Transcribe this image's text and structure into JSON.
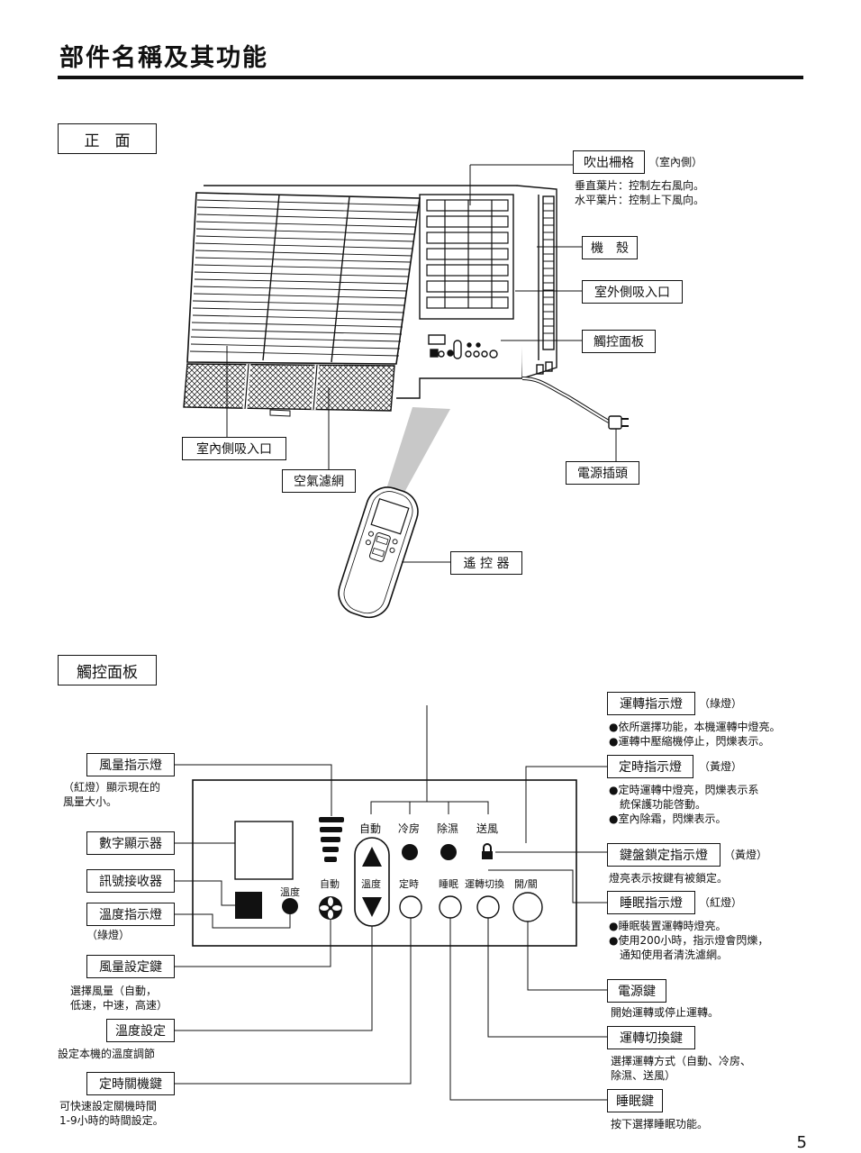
{
  "header": {
    "title": "部件名稱及其功能"
  },
  "sections": {
    "front": "正　面",
    "panel": "觸控面板"
  },
  "front_labels": {
    "outlet_grille": "吹出柵格",
    "outlet_grille_note": "（室內側）",
    "outlet_grille_desc": [
      "垂直葉片：控制左右風向。",
      "水平葉片：控制上下風向。"
    ],
    "cabinet": "機　殼",
    "outdoor_intake": "室外側吸入口",
    "touch_panel": "觸控面板",
    "indoor_intake": "室內側吸入口",
    "air_filter": "空氣濾網",
    "power_plug": "電源插頭",
    "remote": "遙 控 器"
  },
  "panel_labels": {
    "run_light": "運轉指示燈",
    "run_light_note": "（綠燈）",
    "run_light_desc": [
      "●依所選擇功能，本機運轉中燈亮。",
      "●運轉中壓縮機停止，閃爍表示。"
    ],
    "timer_light": "定時指示燈",
    "timer_light_note": "（黃燈）",
    "timer_light_desc": [
      "●定時運轉中燈亮，閃爍表示系",
      "　統保護功能啓動。",
      "●室內除霜，閃爍表示。"
    ],
    "lock_light": "鍵盤鎖定指示燈",
    "lock_light_note": "（黃燈）",
    "lock_light_desc": [
      "燈亮表示按鍵有被鎖定。"
    ],
    "sleep_light": "睡眠指示燈",
    "sleep_light_note": "（紅燈）",
    "sleep_light_desc": [
      "●睡眠裝置運轉時燈亮。",
      "●使用200小時，指示燈會閃爍，",
      "　通知使用者清洗濾網。"
    ],
    "power_key": "電源鍵",
    "power_key_desc": [
      "開始運轉或停止運轉。"
    ],
    "mode_key": "運轉切換鍵",
    "mode_key_desc": [
      "選擇運轉方式（自動、冷房、",
      "除濕、送風）"
    ],
    "sleep_key": "睡眠鍵",
    "sleep_key_desc": [
      "按下選擇睡眠功能。"
    ],
    "fan_light": "風量指示燈",
    "fan_light_desc": [
      "（紅燈）顯示現在的",
      "風量大小。"
    ],
    "display": "數字顯示器",
    "receiver": "訊號接收器",
    "temp_light": "溫度指示燈",
    "temp_light_desc": [
      "（綠燈）"
    ],
    "fan_key": "風量設定鍵",
    "fan_key_desc": [
      "選擇風量（自動，",
      "低速，中速，高速）"
    ],
    "temp_set": "溫度設定",
    "temp_set_desc": [
      "設定本機的溫度調節"
    ],
    "timer_key": "定時關機鍵",
    "timer_key_desc": [
      "可快速設定關機時間",
      "1-9小時的時間設定。"
    ]
  },
  "panel_face": {
    "modes": [
      "自動",
      "冷房",
      "除濕",
      "送風"
    ],
    "temp": "溫度",
    "auto": "自動",
    "temp_key": "溫度",
    "buttons": [
      "定時",
      "睡眠",
      "運轉切換",
      "開/關"
    ]
  },
  "page_number": "5"
}
